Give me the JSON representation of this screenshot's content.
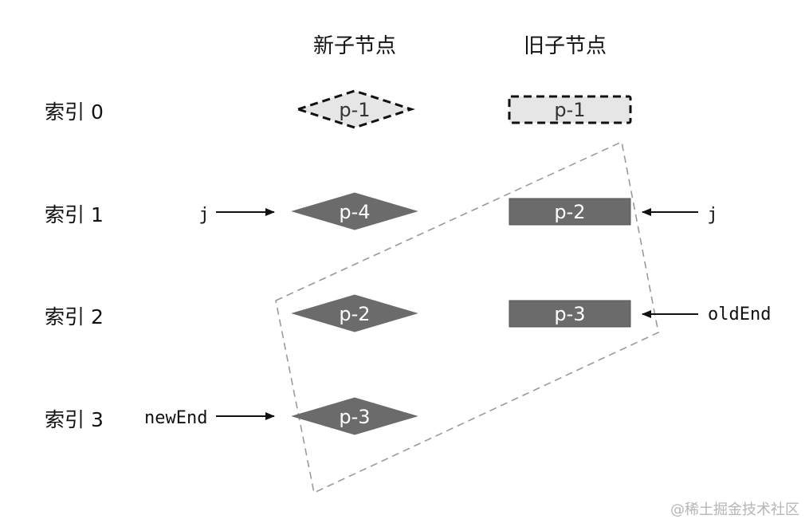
{
  "headers": {
    "new_children": "新子节点",
    "old_children": "旧子节点"
  },
  "row_labels": [
    "索引 0",
    "索引 1",
    "索引 2",
    "索引 3"
  ],
  "new_nodes": [
    {
      "label": "p-1",
      "state": "processed"
    },
    {
      "label": "p-4",
      "state": "active"
    },
    {
      "label": "p-2",
      "state": "active"
    },
    {
      "label": "p-3",
      "state": "active"
    }
  ],
  "old_nodes": [
    {
      "label": "p-1",
      "state": "processed"
    },
    {
      "label": "p-2",
      "state": "active"
    },
    {
      "label": "p-3",
      "state": "active"
    }
  ],
  "pointers": {
    "new_j": "j",
    "old_j": "j",
    "old_end": "oldEnd",
    "new_end": "newEnd"
  },
  "watermark": "@稀土掘金技术社区",
  "colors": {
    "active_fill": "#6b6b6b",
    "processed_fill": "#e6e6e6",
    "stroke_dark": "#111111",
    "dashed_region": "#9a9a9a"
  }
}
